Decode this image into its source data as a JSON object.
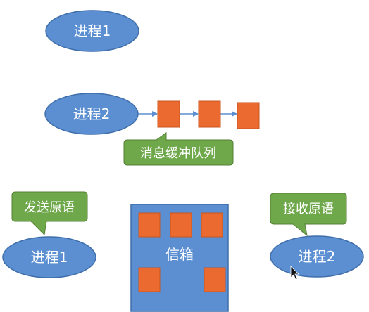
{
  "colors": {
    "process_fill": "#5B8FD1",
    "process_stroke": "#3F6EAA",
    "queue_fill": "#EA6A2F",
    "queue_stroke": "#C9561F",
    "callout_fill": "#6EA84B",
    "callout_stroke": "#557F36",
    "mailbox_fill": "#5B8FD1",
    "mailbox_stroke": "#3F6EAA",
    "arrow": "#5B8FD1",
    "text": "#ffffff"
  },
  "top": {
    "process_a": "进程1",
    "process_b": "进程2",
    "queue_label": "消息缓冲队列"
  },
  "bottom": {
    "send_primitive": "发送原语",
    "receive_primitive": "接收原语",
    "process_left": "进程1",
    "process_right": "进程2",
    "mailbox": "信箱"
  },
  "cursor_icon": "arrow-pointer"
}
